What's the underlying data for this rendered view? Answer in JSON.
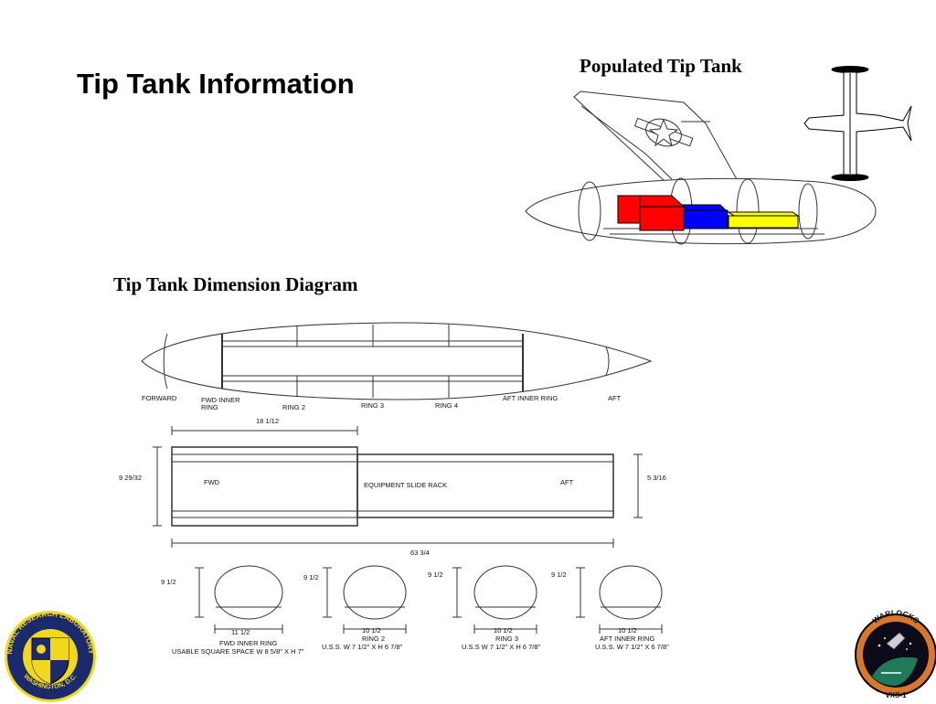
{
  "title": "Tip Tank Information",
  "captions": {
    "populated": "Populated Tip Tank",
    "dimension": "Tip Tank Dimension Diagram"
  },
  "side_view_labels": {
    "forward": "FORWARD",
    "fwd_inner_ring_1": "FWD INNER",
    "fwd_inner_ring_2": "RING",
    "ring2": "RING 2",
    "ring3": "RING 3",
    "ring4": "RING 4",
    "aft_inner_ring": "AFT INNER RING",
    "aft": "AFT"
  },
  "rack": {
    "top_dim": "18 1/12",
    "left_dim": "9 29/32",
    "right_dim": "5 3/16",
    "bottom_dim": "63 3/4",
    "fwd": "FWD",
    "aft": "AFT",
    "label": "EQUIPMENT SLIDE RACK"
  },
  "rings": [
    {
      "height": "9 1/2",
      "width": "11 1/2",
      "name": "FWD INNER RING",
      "space": "USABLE SQUARE SPACE W 8 5/8\" X H 7\""
    },
    {
      "height": "9 1/2",
      "width": "10 1/2",
      "name": "RING 2",
      "space": "U.S.S. W 7 1/2\" X H 6 7/8\""
    },
    {
      "height": "9 1/2",
      "width": "10 1/2",
      "name": "RING 3",
      "space": "U.S.S W 7 1/2\" X H 6 7/8\""
    },
    {
      "height": "9 1/2",
      "width": "10 1/2",
      "name": "AFT INNER RING",
      "space": "U.S.S. W 7 1/2\" X 6 7/8\""
    }
  ],
  "logos": {
    "nrl_top": "NAVAL RESEARCH LABORATORY",
    "nrl_bottom": "WASHINGTON, D.C.",
    "vxs_top": "WARLOCKS",
    "vxs_bottom": "VXS-1"
  },
  "colors": {
    "red_box": "#ff0000",
    "blue_box": "#0000ff",
    "yellow_box": "#ffff00",
    "nrl_navy": "#1a2a6c",
    "nrl_yellow": "#f2d81c"
  }
}
